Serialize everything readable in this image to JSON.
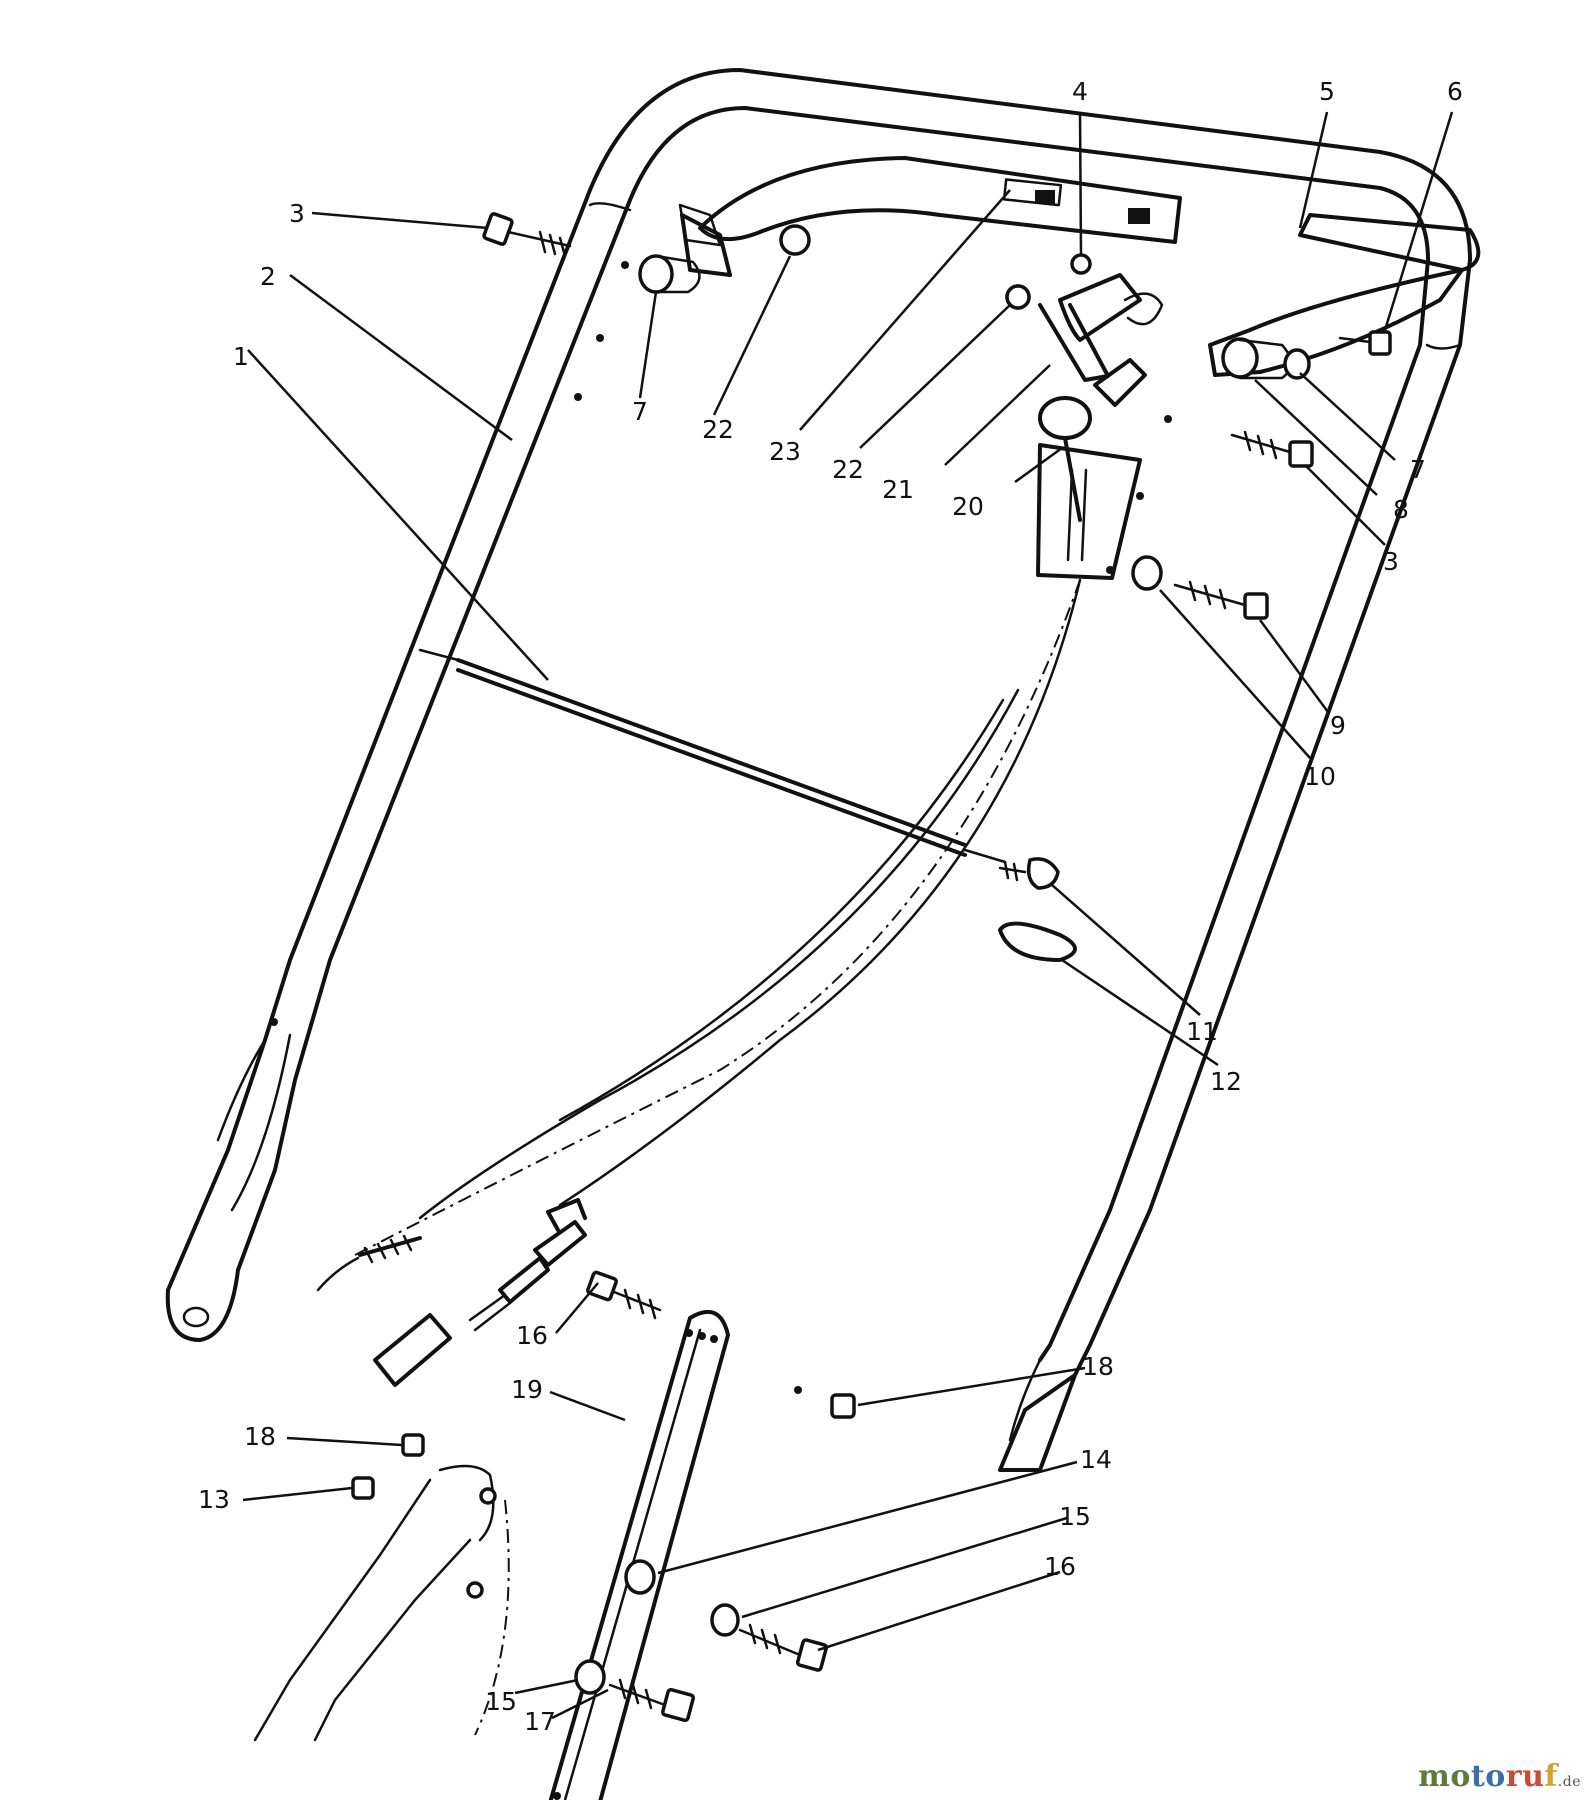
{
  "diagram": {
    "type": "exploded-parts-diagram",
    "callouts": [
      {
        "id": "c1",
        "label": "1"
      },
      {
        "id": "c2",
        "label": "2"
      },
      {
        "id": "c3a",
        "label": "3"
      },
      {
        "id": "c3b",
        "label": "3"
      },
      {
        "id": "c4",
        "label": "4"
      },
      {
        "id": "c5",
        "label": "5"
      },
      {
        "id": "c6",
        "label": "6"
      },
      {
        "id": "c7a",
        "label": "7"
      },
      {
        "id": "c7b",
        "label": "7"
      },
      {
        "id": "c8",
        "label": "8"
      },
      {
        "id": "c9",
        "label": "9"
      },
      {
        "id": "c10",
        "label": "10"
      },
      {
        "id": "c11",
        "label": "11"
      },
      {
        "id": "c12",
        "label": "12"
      },
      {
        "id": "c13",
        "label": "13"
      },
      {
        "id": "c14",
        "label": "14"
      },
      {
        "id": "c15a",
        "label": "15"
      },
      {
        "id": "c15b",
        "label": "15"
      },
      {
        "id": "c16a",
        "label": "16"
      },
      {
        "id": "c16b",
        "label": "16"
      },
      {
        "id": "c17",
        "label": "17"
      },
      {
        "id": "c18a",
        "label": "18"
      },
      {
        "id": "c18b",
        "label": "18"
      },
      {
        "id": "c19",
        "label": "19"
      },
      {
        "id": "c20",
        "label": "20"
      },
      {
        "id": "c21",
        "label": "21"
      },
      {
        "id": "c22a",
        "label": "22"
      },
      {
        "id": "c22b",
        "label": "22"
      },
      {
        "id": "c23",
        "label": "23"
      }
    ]
  },
  "watermark": {
    "text": "motoruf",
    "tld": ".de"
  }
}
